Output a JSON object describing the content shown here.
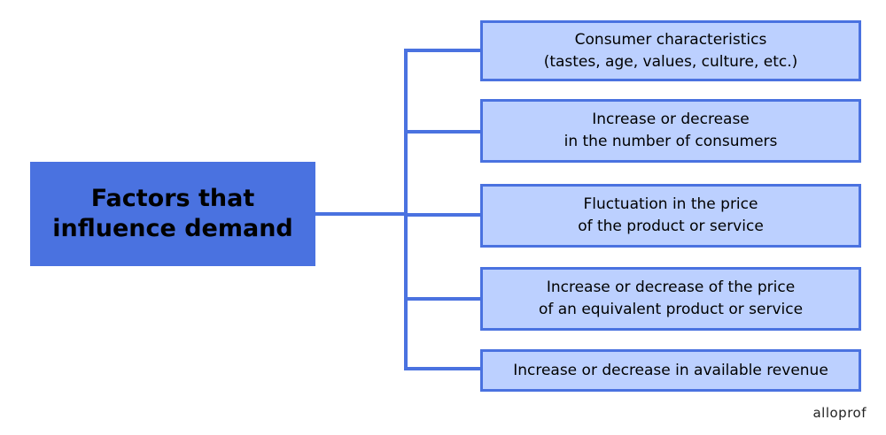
{
  "diagram": {
    "root": {
      "label": "Factors that\ninfluence demand"
    },
    "factors": [
      {
        "label": "Consumer characteristics\n(tastes, age, values, culture, etc.)"
      },
      {
        "label": "Increase or decrease\nin the number of consumers"
      },
      {
        "label": "Fluctuation in the price\nof the product or service"
      },
      {
        "label": "Increase or decrease of the price\nof an equivalent product or service"
      },
      {
        "label": "Increase or decrease in available revenue"
      }
    ]
  },
  "brand": {
    "logo_text": "alloprof"
  },
  "colors": {
    "root_fill": "#4a72e0",
    "factor_fill": "#bcd0ff",
    "factor_border": "#4a72e0",
    "connector": "#4a72e0"
  }
}
